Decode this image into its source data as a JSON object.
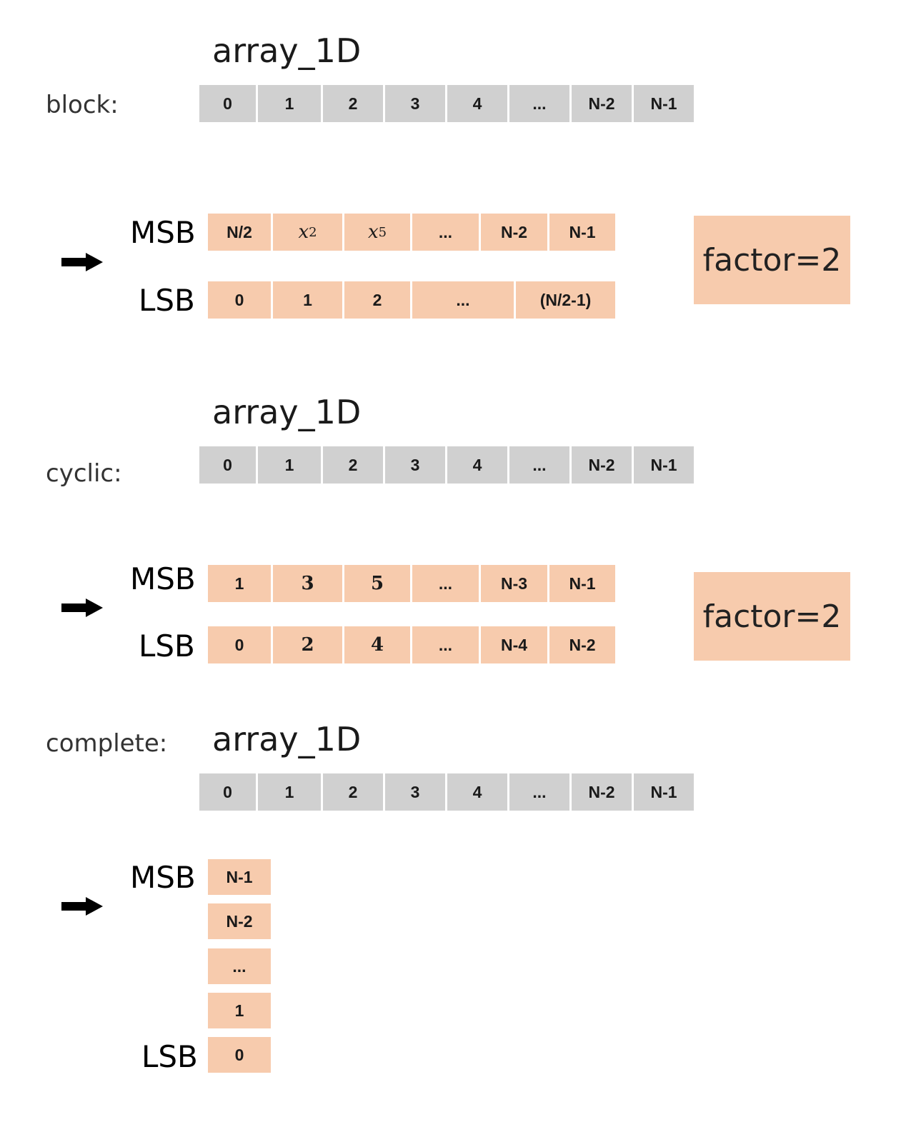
{
  "sections": {
    "block": {
      "label": "block:",
      "title": "array_1D",
      "array": [
        "0",
        "1",
        "2",
        "3",
        "4",
        "...",
        "N-2",
        "N-1"
      ],
      "msb_label": "MSB",
      "lsb_label": "LSB",
      "msb": [
        "N/2",
        "x2",
        "x5",
        "...",
        "N-2",
        "N-1"
      ],
      "lsb": [
        "0",
        "1",
        "2",
        "...",
        "(N/2-1)"
      ],
      "factor": "factor=2"
    },
    "cyclic": {
      "label": "cyclic:",
      "title": "array_1D",
      "array": [
        "0",
        "1",
        "2",
        "3",
        "4",
        "...",
        "N-2",
        "N-1"
      ],
      "msb_label": "MSB",
      "lsb_label": "LSB",
      "msb": [
        "1",
        "3",
        "5",
        "...",
        "N-3",
        "N-1"
      ],
      "lsb": [
        "0",
        "2",
        "4",
        "...",
        "N-4",
        "N-2"
      ],
      "factor": "factor=2"
    },
    "complete": {
      "label": "complete:",
      "title": "array_1D",
      "array": [
        "0",
        "1",
        "2",
        "3",
        "4",
        "...",
        "N-2",
        "N-1"
      ],
      "msb_label": "MSB",
      "lsb_label": "LSB",
      "stack": [
        "N-1",
        "N-2",
        "...",
        "1",
        "0"
      ]
    }
  },
  "colors": {
    "source_cell": "#d0d0d0",
    "partition_cell": "#f7cbad"
  },
  "icons": [
    "right-arrow-icon"
  ]
}
